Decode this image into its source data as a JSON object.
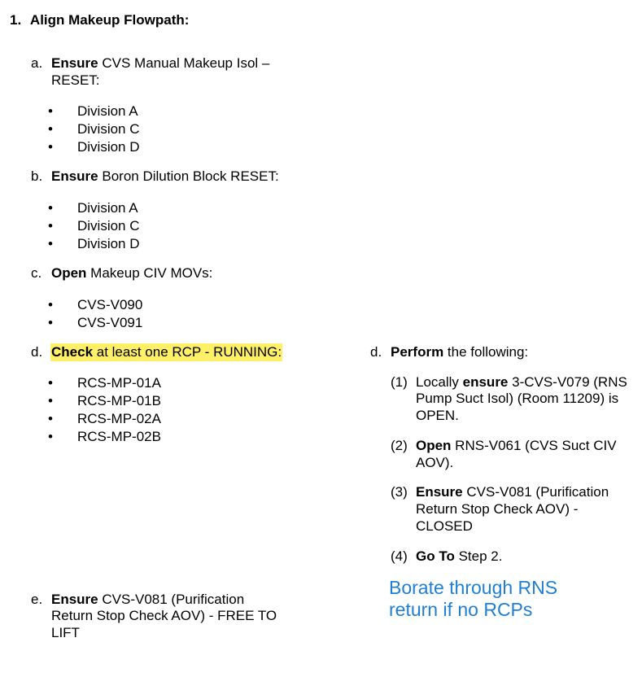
{
  "step": {
    "number": "1.",
    "title": "Align Makeup Flowpath:"
  },
  "bullet_glyph": "•",
  "substeps": {
    "a": {
      "letter": "a.",
      "action": "Ensure",
      "text_line1": " CVS Manual Makeup Isol –",
      "text_line2": "RESET:",
      "items": [
        "Division A",
        "Division C",
        "Division D"
      ]
    },
    "b": {
      "letter": "b.",
      "action": "Ensure",
      "text": " Boron Dilution Block RESET:",
      "items": [
        "Division A",
        "Division C",
        "Division D"
      ]
    },
    "c": {
      "letter": "c.",
      "action": "Open",
      "text": " Makeup CIV MOVs:",
      "items": [
        "CVS-V090",
        "CVS-V091"
      ]
    },
    "d": {
      "letter": "d.",
      "action": "Check",
      "text": " at least one RCP - RUNNING:",
      "items": [
        "RCS-MP-01A",
        "RCS-MP-01B",
        "RCS-MP-02A",
        "RCS-MP-02B"
      ]
    },
    "e": {
      "letter": "e.",
      "action": "Ensure",
      "text_line1": " CVS-V081 (Purification",
      "text_line2": "Return Stop Check AOV) - FREE TO",
      "text_line3": "LIFT"
    }
  },
  "rno": {
    "d": {
      "letter": "d.",
      "action": "Perform",
      "text": " the following:",
      "items": [
        {
          "num": "(1)",
          "pre": "Locally ",
          "action": "ensure",
          "line1": " 3-CVS-V079 (RNS",
          "line2": "Pump Suct Isol) (Room 11209) is",
          "line3": "OPEN."
        },
        {
          "num": "(2)",
          "action": "Open",
          "line1": " RNS-V061 (CVS Suct CIV",
          "line2": "AOV)."
        },
        {
          "num": "(3)",
          "action": "Ensure",
          "line1": " CVS-V081 (Purification",
          "line2": "Return Stop Check AOV) -",
          "line3": "CLOSED"
        },
        {
          "num": "(4)",
          "action": "Go To",
          "line1": " Step 2."
        }
      ]
    },
    "note": {
      "line1": "Borate through RNS",
      "line2": "return if no RCPs"
    }
  }
}
